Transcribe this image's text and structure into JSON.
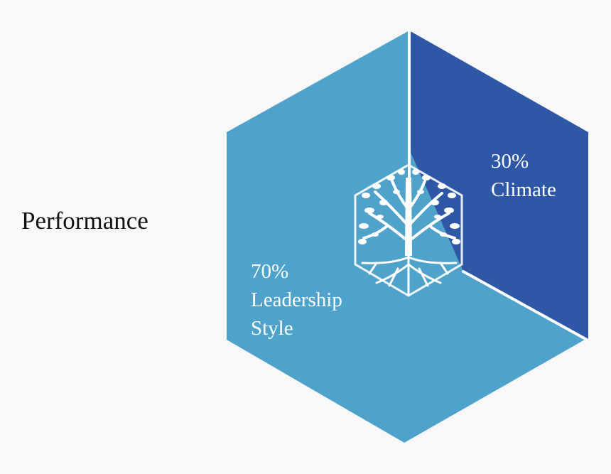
{
  "title": "Performance",
  "colors": {
    "background": "#f8f8f8",
    "leadership_style": "#4fa3cb",
    "climate": "#2e57a6",
    "divider": "#ffffff",
    "tree": "#ffffff"
  },
  "icon": "tree-icon",
  "segments": [
    {
      "key": "leadership_style",
      "percent": "70%",
      "label_lines": [
        "Leadership",
        "Style"
      ],
      "share": 0.7
    },
    {
      "key": "climate",
      "percent": "30%",
      "label_lines": [
        "Climate"
      ],
      "share": 0.3
    }
  ]
}
